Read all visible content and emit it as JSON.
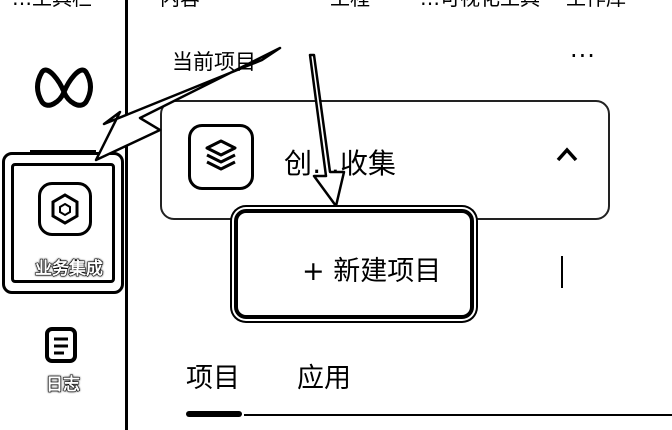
{
  "top_strip": [
    "…工具栏",
    "内容",
    "工程",
    "…可视化工具",
    "工作库"
  ],
  "sidebar": {
    "items": [
      {
        "label": "业务集成",
        "icon": "hexagon-nut-icon",
        "active": true
      },
      {
        "label": "日志",
        "icon": "log-document-icon",
        "active": false
      }
    ]
  },
  "header": {
    "current_project_label": "当前项目",
    "more_label": "···"
  },
  "project": {
    "name": "创…收集",
    "icon": "layers-stack-icon"
  },
  "new_project_button": {
    "label": "+ 新建项目"
  },
  "tabs": [
    {
      "label": "项目",
      "active": true
    },
    {
      "label": "应用",
      "active": false
    }
  ],
  "colors": {
    "foreground": "#000000",
    "background": "#ffffff"
  }
}
